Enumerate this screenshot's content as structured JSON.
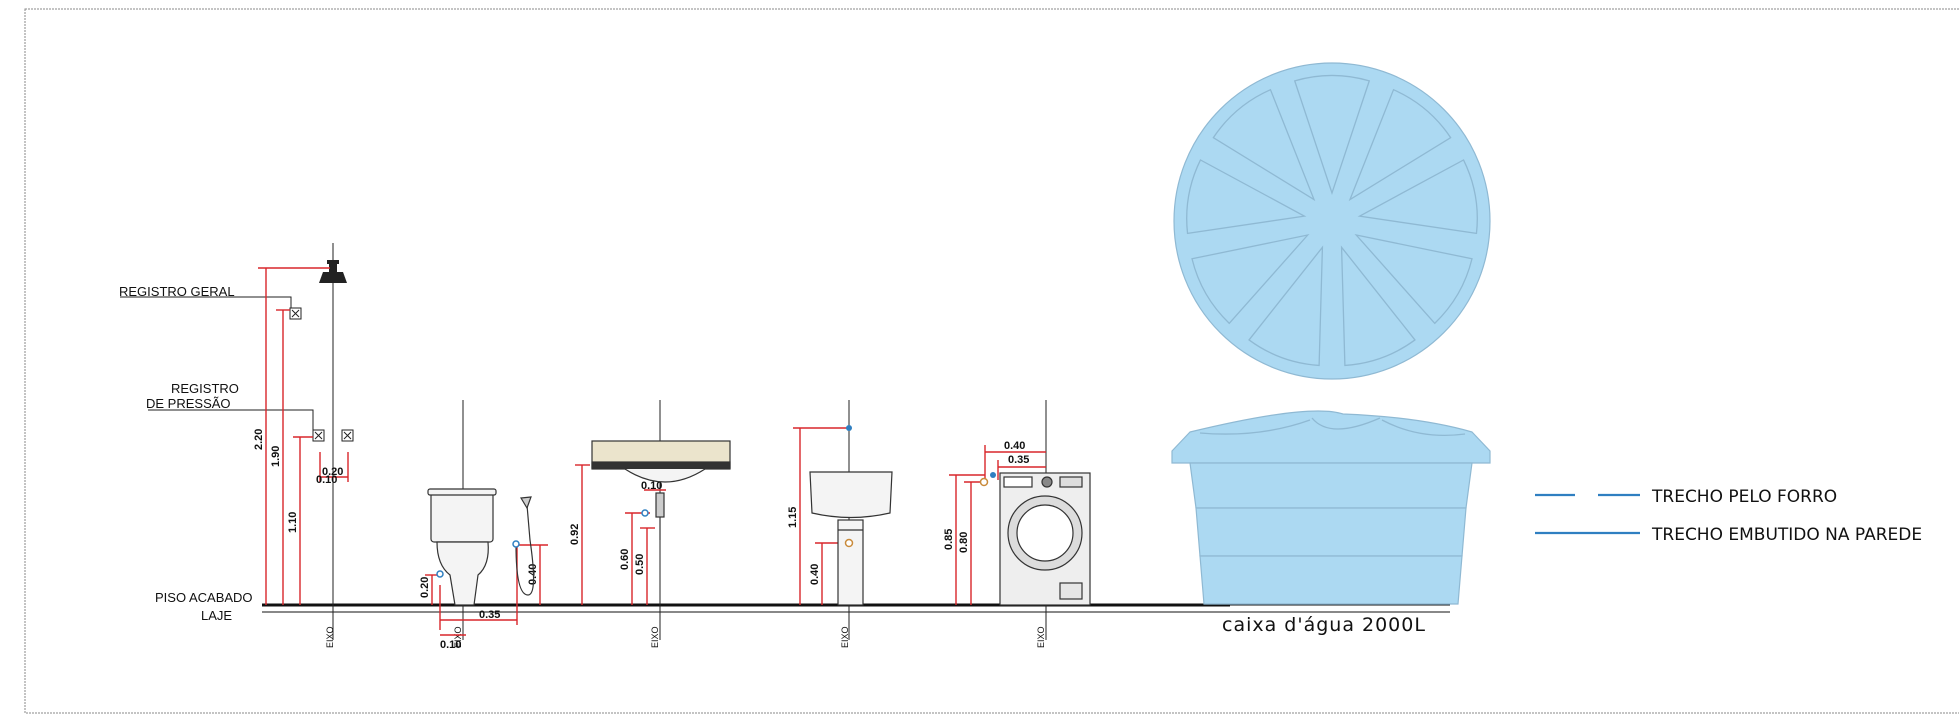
{
  "labels": {
    "registro_geral": "REGISTRO  GERAL",
    "registro_pressao_1": "REGISTRO",
    "registro_pressao_2": "DE PRESSÃO",
    "piso_acabado": "PISO ACABADO",
    "laje": "LAJE",
    "caixa": "caixa d'água 2000L"
  },
  "legend": {
    "forro": "TRECHO  PELO  FORRO",
    "parede": "TRECHO  EMBUTIDO  NA  PAREDE",
    "color": "#2f7fc1"
  },
  "axis_label": "EIXO",
  "dimensions": {
    "d220": "2.20",
    "d190": "1.90",
    "d110": "1.10",
    "d020a": "0.20",
    "d010a": "0.10",
    "d020b": "0.20",
    "d035a": "0.35",
    "d010b": "0.10",
    "d040a": "0.40",
    "d092": "0.92",
    "d010c": "0.10",
    "d060": "0.60",
    "d050": "0.50",
    "d115": "1.15",
    "d040b": "0.40",
    "d040c": "0.40",
    "d035b": "0.35",
    "d085": "0.85",
    "d080": "0.80"
  },
  "colors": {
    "dimension": "#d9262b",
    "tank": "#acd9f2",
    "pipe": "#2f7fc1"
  }
}
